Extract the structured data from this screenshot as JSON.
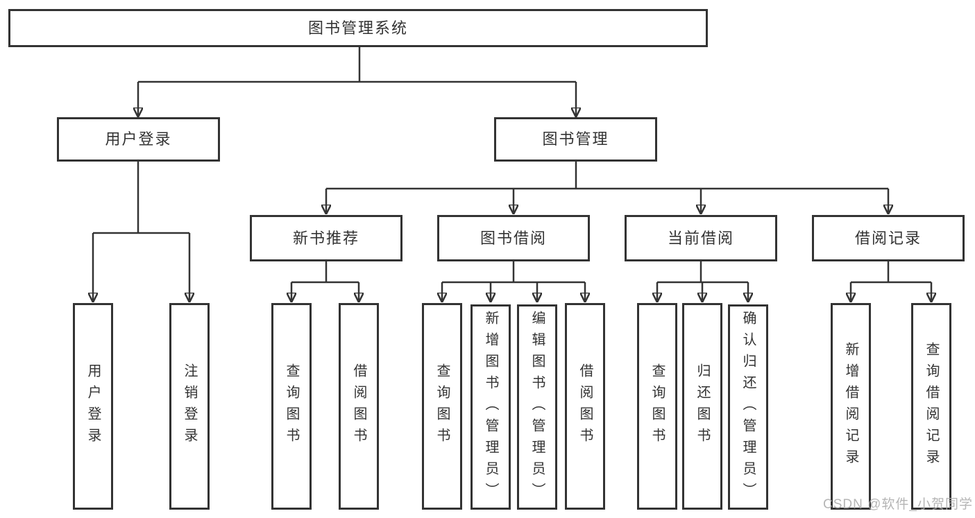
{
  "diagram_title": "图书管理系统",
  "tree": {
    "root": {
      "label": "图书管理系统"
    },
    "user_login": {
      "label": "用户登录",
      "children": {
        "login": {
          "label": "用户登录"
        },
        "logout": {
          "label": "注销登录"
        }
      }
    },
    "book_management": {
      "label": "图书管理",
      "modules": {
        "new_books": {
          "label": "新书推荐",
          "children": {
            "query": {
              "label": "查询图书"
            },
            "borrow": {
              "label": "借阅图书"
            }
          }
        },
        "book_borrowing": {
          "label": "图书借阅",
          "children": {
            "query": {
              "label": "查询图书"
            },
            "add": {
              "label": "新增图书（管理员）"
            },
            "edit": {
              "label": "编辑图书（管理员）"
            },
            "borrow": {
              "label": "借阅图书"
            }
          }
        },
        "current_borrowing": {
          "label": "当前借阅",
          "children": {
            "query": {
              "label": "查询图书"
            },
            "return": {
              "label": "归还图书"
            },
            "confirm_return": {
              "label": "确认归还（管理员）"
            }
          }
        },
        "borrowing_records": {
          "label": "借阅记录",
          "children": {
            "add_record": {
              "label": "新增借阅记录"
            },
            "query_record": {
              "label": "查询借阅记录"
            }
          }
        }
      }
    }
  },
  "watermark": {
    "text": "CSDN @软件_小贺同学"
  },
  "colors": {
    "line": "#333333",
    "box_border": "#333333",
    "box_fill": "#ffffff",
    "text": "#333333",
    "watermark": "#aeaeae",
    "background": "#ffffff"
  }
}
